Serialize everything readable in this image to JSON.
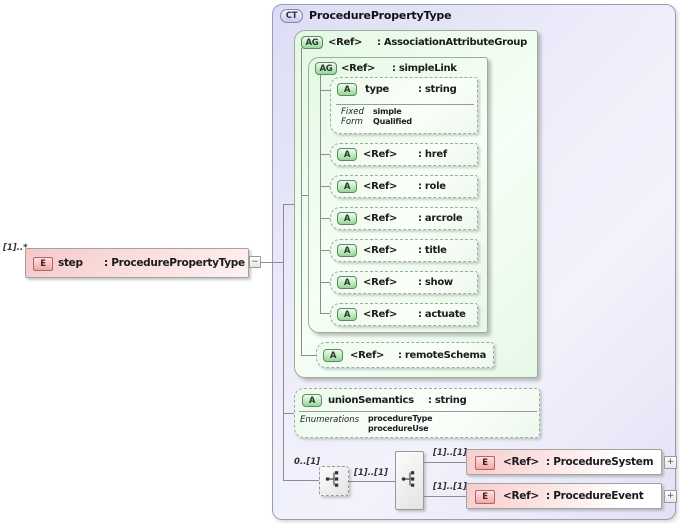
{
  "colors": {
    "container_fill": "#e9e9f9",
    "group_fill": "#eaf8ea",
    "element_fill": "#f8cece",
    "badge_green": "#97d697",
    "badge_pink": "#f2a8a8",
    "connector": "#8c8c8c"
  },
  "element_step": {
    "occurrence": "[1]..*",
    "badge": "E",
    "name": "step",
    "type": ": ProcedurePropertyType",
    "collapse_label": "−"
  },
  "complex_type": {
    "badge": "CT",
    "title": "ProcedurePropertyType"
  },
  "association_group": {
    "badge": "AG",
    "ref": "<Ref>",
    "type": ": AssociationAttributeGroup"
  },
  "simple_link": {
    "badge": "AG",
    "ref": "<Ref>",
    "type": ": simpleLink"
  },
  "type_attribute": {
    "badge": "A",
    "name": "type",
    "type": ": string",
    "facets": [
      {
        "label": "Fixed",
        "value": "simple"
      },
      {
        "label": "Form",
        "value": "Qualified"
      }
    ]
  },
  "ref_attributes": [
    {
      "badge": "A",
      "ref": "<Ref>",
      "type": ": href"
    },
    {
      "badge": "A",
      "ref": "<Ref>",
      "type": ": role"
    },
    {
      "badge": "A",
      "ref": "<Ref>",
      "type": ": arcrole"
    },
    {
      "badge": "A",
      "ref": "<Ref>",
      "type": ": title"
    },
    {
      "badge": "A",
      "ref": "<Ref>",
      "type": ": show"
    },
    {
      "badge": "A",
      "ref": "<Ref>",
      "type": ": actuate"
    }
  ],
  "remote_schema": {
    "badge": "A",
    "ref": "<Ref>",
    "type": ": remoteSchema"
  },
  "union_semantics": {
    "badge": "A",
    "name": "unionSemantics",
    "type": ": string",
    "facet_label": "Enumerations",
    "values": [
      "procedureType",
      "procedureUse"
    ]
  },
  "content_model": {
    "sequence_occurrence": "0..[1]",
    "choice_occurrence": "[1]..[1]",
    "branches": [
      {
        "occurrence": "[1]..[1]",
        "badge": "E",
        "ref": "<Ref>",
        "type": ": ProcedureSystem",
        "expand_label": "+"
      },
      {
        "occurrence": "[1]..[1]",
        "badge": "E",
        "ref": "<Ref>",
        "type": ": ProcedureEvent",
        "expand_label": "+"
      }
    ]
  }
}
